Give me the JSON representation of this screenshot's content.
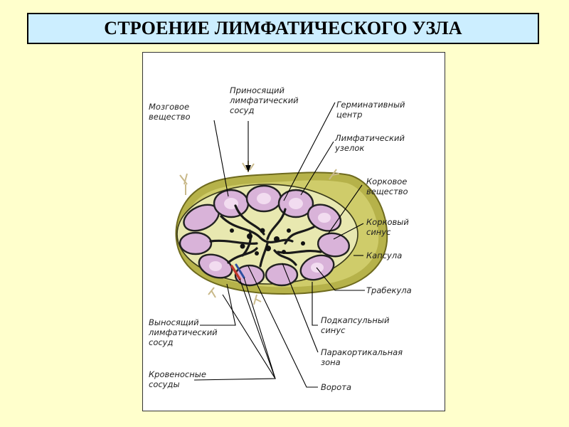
{
  "title": "СТРОЕНИЕ ЛИМФАТИЧЕСКОГО УЗЛА",
  "colors": {
    "background": "#ffffcc",
    "title_box": "#cceeff",
    "capsule": "#b6b24a",
    "capsule_outer": "#dddd88",
    "follicle": "#d9b3d9",
    "medulla": "#1a1a1a"
  },
  "labels": {
    "medulla": [
      "Мозговое",
      "вещество"
    ],
    "afferent": [
      "Приносящий",
      "лимфатический",
      "сосуд"
    ],
    "germinal": [
      "Герминативный",
      "центр"
    ],
    "nodule": [
      "Лимфатический",
      "узелок"
    ],
    "cortex": [
      "Корковое",
      "вещество"
    ],
    "cortical_sinus": [
      "Корковый",
      "синус"
    ],
    "capsule": [
      "Капсула"
    ],
    "trabecula": [
      "Трабекула"
    ],
    "subcapsular": [
      "Подкапсульный",
      "синус"
    ],
    "paracortical": [
      "Паракортикальная",
      "зона"
    ],
    "efferent": [
      "Выносящий",
      "лимфатический",
      "сосуд"
    ],
    "blood_vessels": [
      "Кровеносные",
      "сосуды"
    ],
    "hilum": [
      "Ворота"
    ]
  }
}
